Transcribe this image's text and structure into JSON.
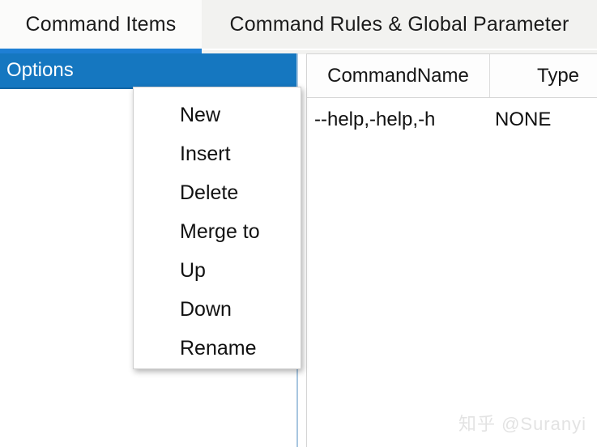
{
  "tabs": [
    {
      "label": "Command Items",
      "selected": true
    },
    {
      "label": "Command Rules & Global Parameter",
      "selected": false
    }
  ],
  "left_panel": {
    "header_label": "Options",
    "items": []
  },
  "context_menu": {
    "items": [
      {
        "label": "New"
      },
      {
        "label": "Insert"
      },
      {
        "label": "Delete"
      },
      {
        "label": "Merge to"
      },
      {
        "label": "Up"
      },
      {
        "label": "Down"
      },
      {
        "label": "Rename"
      }
    ]
  },
  "table": {
    "columns": [
      "CommandName",
      "Type"
    ],
    "rows": [
      {
        "CommandName": "--help,-help,-h",
        "Type": "NONE"
      }
    ]
  },
  "watermark": "知乎 @Suranyi",
  "colors": {
    "accent_blue": "#1577c0",
    "tab_underline": "#1e7fd4",
    "tab_bar_bg": "#f2f2f0",
    "panel_border": "#a8c6e0",
    "watermark": "#e3e3e3"
  }
}
